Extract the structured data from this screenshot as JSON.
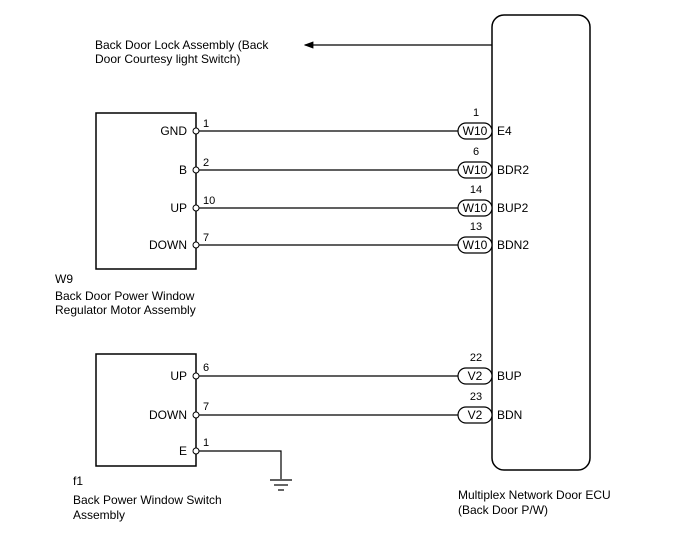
{
  "ecu": {
    "name_line1": "Multiplex Network Door ECU",
    "name_line2": "(Back Door P/W)"
  },
  "lock": {
    "line1": "Back Door Lock Assembly (Back",
    "line2": "Door Courtesy light Switch)"
  },
  "motor": {
    "code": "W9",
    "name_line1": "Back Door Power Window",
    "name_line2": "Regulator Motor Assembly",
    "pins": [
      {
        "label": "GND",
        "num": "1"
      },
      {
        "label": "B",
        "num": "2"
      },
      {
        "label": "UP",
        "num": "10"
      },
      {
        "label": "DOWN",
        "num": "7"
      }
    ],
    "ecu_pins": [
      {
        "conn": "W10",
        "num": "1",
        "name": "E4"
      },
      {
        "conn": "W10",
        "num": "6",
        "name": "BDR2"
      },
      {
        "conn": "W10",
        "num": "14",
        "name": "BUP2"
      },
      {
        "conn": "W10",
        "num": "13",
        "name": "BDN2"
      }
    ]
  },
  "switch": {
    "code": "f1",
    "name_line1": "Back Power Window Switch",
    "name_line2": "Assembly",
    "pins": [
      {
        "label": "UP",
        "num": "6"
      },
      {
        "label": "DOWN",
        "num": "7"
      },
      {
        "label": "E",
        "num": "1"
      }
    ],
    "ecu_pins": [
      {
        "conn": "V2",
        "num": "22",
        "name": "BUP"
      },
      {
        "conn": "V2",
        "num": "23",
        "name": "BDN"
      }
    ]
  }
}
